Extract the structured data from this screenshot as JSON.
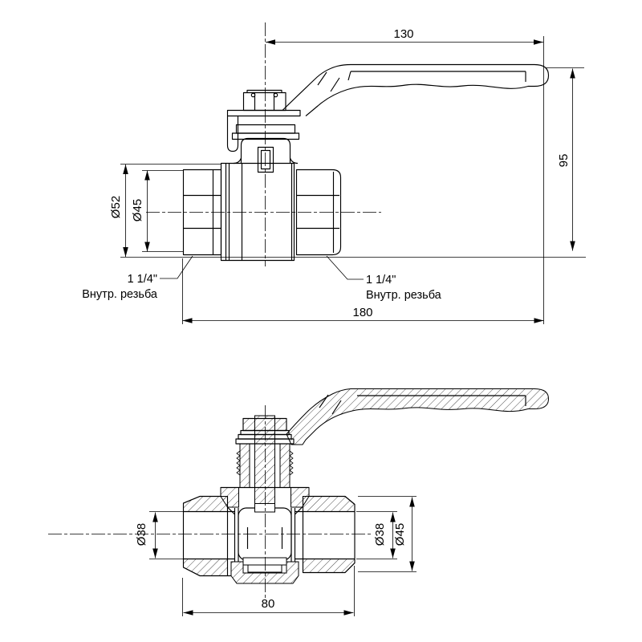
{
  "top_view": {
    "dim_handle_length": "130",
    "dim_height": "95",
    "dim_total_length": "180",
    "dim_body_diameter": "Ø52",
    "dim_port_diameter": "Ø45",
    "thread_left": {
      "size": "1 1/4\"",
      "type": "Внутр. резьба"
    },
    "thread_right": {
      "size": "1 1/4\"",
      "type": "Внутр. резьба"
    }
  },
  "section_view": {
    "dim_bore_left": "Ø38",
    "dim_bore_right": "Ø38",
    "dim_port_outer": "Ø45",
    "dim_body_length": "80"
  },
  "colors": {
    "line": "#000000",
    "background": "#ffffff"
  }
}
